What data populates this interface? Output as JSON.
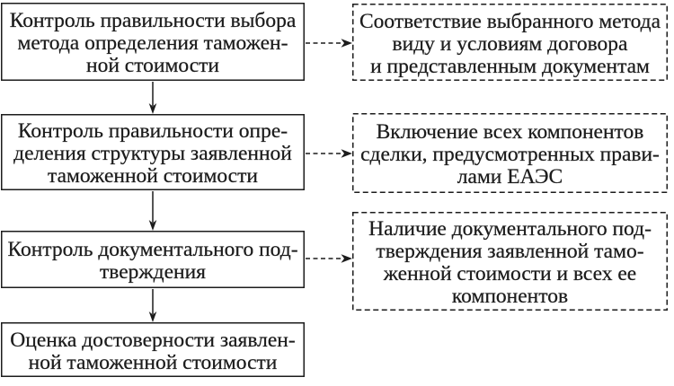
{
  "diagram": {
    "type": "flowchart",
    "background_color": "#ffffff",
    "line_color": "#1c1c1c",
    "text_color": "#1c1c1c",
    "left_column_steps": [
      {
        "id": "step-1",
        "lines": [
          "Контроль правильности выбора",
          "метода определения таможен-",
          "ной стоимости"
        ],
        "text": "Контроль правильности выбора метода определения таможенной стоимости",
        "border": "solid"
      },
      {
        "id": "step-2",
        "lines": [
          "Контроль правильности опре-",
          "деления структуры заявленной",
          "таможенной стоимости"
        ],
        "text": "Контроль правильности определения структуры заявленной таможенной стоимости",
        "border": "solid"
      },
      {
        "id": "step-3",
        "lines": [
          "Контроль документального под-",
          "тверждения"
        ],
        "text": "Контроль документального подтверждения",
        "border": "solid"
      },
      {
        "id": "step-4",
        "lines": [
          "Оценка достоверности заявлен-",
          "ной таможенной стоимости"
        ],
        "text": "Оценка достоверности заявленной таможенной стоимости",
        "border": "solid"
      }
    ],
    "right_column_notes": [
      {
        "id": "note-1",
        "lines": [
          "Соответствие выбранного метода",
          "виду и условиям договора",
          "и представленным документам"
        ],
        "text": "Соответствие выбранного метода виду и условиям договора и представленным документам",
        "border": "dashed"
      },
      {
        "id": "note-2",
        "lines": [
          "Включение всех компонентов",
          "сделки, предусмотренных прави-",
          "лами ЕАЭС"
        ],
        "text": "Включение всех компонентов сделки, предусмотренных правилами ЕАЭС",
        "border": "dashed"
      },
      {
        "id": "note-3",
        "lines": [
          "Наличие документального под-",
          "тверждения заявленной тамо-",
          "женной стоимости и всех ее",
          "компонентов"
        ],
        "text": "Наличие документального подтверждения заявленной таможенной стоимости и всех ее компонентов",
        "border": "dashed"
      }
    ],
    "connections": [
      {
        "from": "step-1",
        "to": "step-2",
        "style": "solid-arrow-down"
      },
      {
        "from": "step-2",
        "to": "step-3",
        "style": "solid-arrow-down"
      },
      {
        "from": "step-3",
        "to": "step-4",
        "style": "solid-arrow-down"
      },
      {
        "from": "step-1",
        "to": "note-1",
        "style": "dashed-arrow-right"
      },
      {
        "from": "step-2",
        "to": "note-2",
        "style": "dashed-arrow-right"
      },
      {
        "from": "step-3",
        "to": "note-3",
        "style": "dashed-arrow-right"
      }
    ]
  }
}
